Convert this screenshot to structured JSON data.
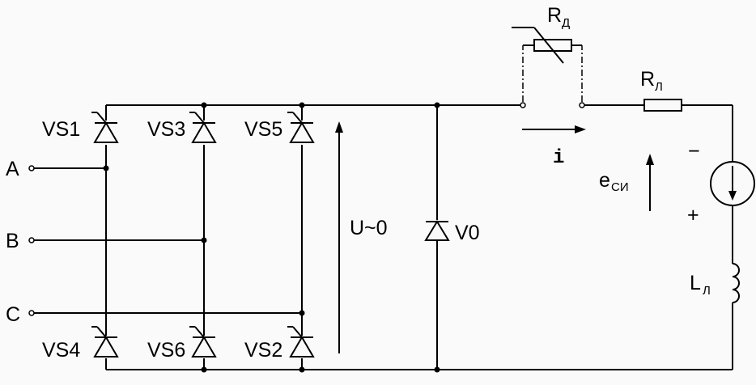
{
  "labels": {
    "vs1": "VS1",
    "vs3": "VS3",
    "vs5": "VS5",
    "vs4": "VS4",
    "vs6": "VS6",
    "vs2": "VS2",
    "v0": "V0",
    "phase_a": "A",
    "phase_b": "B",
    "phase_c": "C",
    "voltage": "U~0",
    "current": "i",
    "emf_main": "e",
    "emf_sub": "СИ",
    "rd_main": "R",
    "rd_sub": "Д",
    "rl_main": "R",
    "rl_sub": "Л",
    "ll_main": "L",
    "ll_sub": "Л",
    "minus": "−",
    "plus": "+"
  }
}
